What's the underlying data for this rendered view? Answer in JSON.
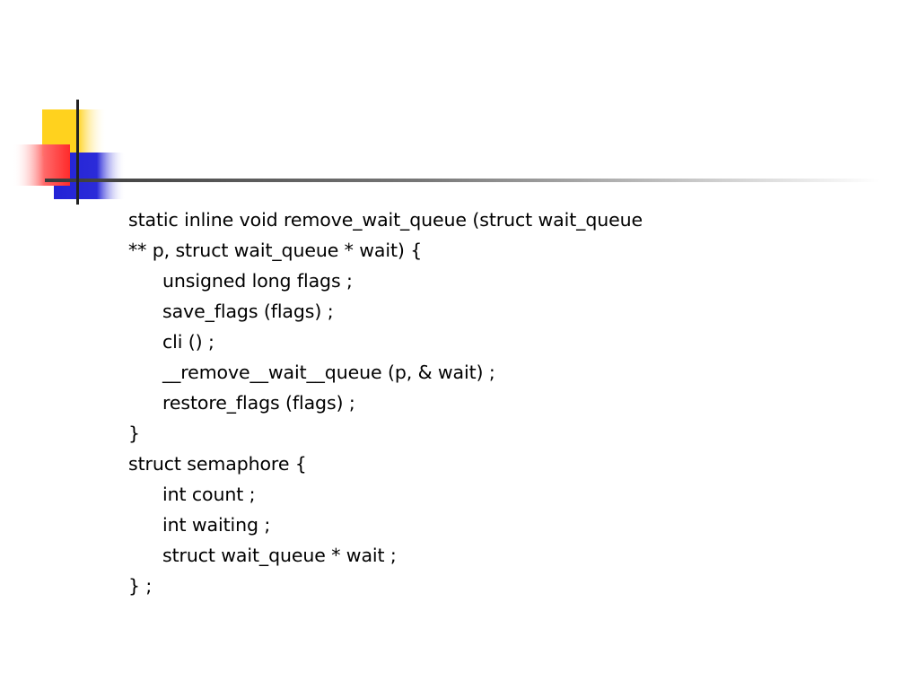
{
  "colors": {
    "yellow": "#ffd21e",
    "red": "#ff3b3b",
    "blue": "#2b2bd9",
    "rule": "#555555"
  },
  "code_lines": [
    {
      "text": "static inline void remove_wait_queue (struct wait_queue",
      "indent": false
    },
    {
      "text": "** p, struct wait_queue * wait) {",
      "indent": false
    },
    {
      "text": "unsigned long flags ;",
      "indent": true
    },
    {
      "text": "save_flags (flags) ;",
      "indent": true
    },
    {
      "text": "cli () ;",
      "indent": true
    },
    {
      "text": "__remove__wait__queue (p, & wait) ;",
      "indent": true
    },
    {
      "text": "restore_flags (flags) ;",
      "indent": true
    },
    {
      "text": "}",
      "indent": false
    },
    {
      "text": "struct semaphore {",
      "indent": false
    },
    {
      "text": "int count ;",
      "indent": true
    },
    {
      "text": "int waiting ;",
      "indent": true
    },
    {
      "text": "struct wait_queue * wait ;",
      "indent": true
    },
    {
      "text": "} ;",
      "indent": false
    }
  ]
}
